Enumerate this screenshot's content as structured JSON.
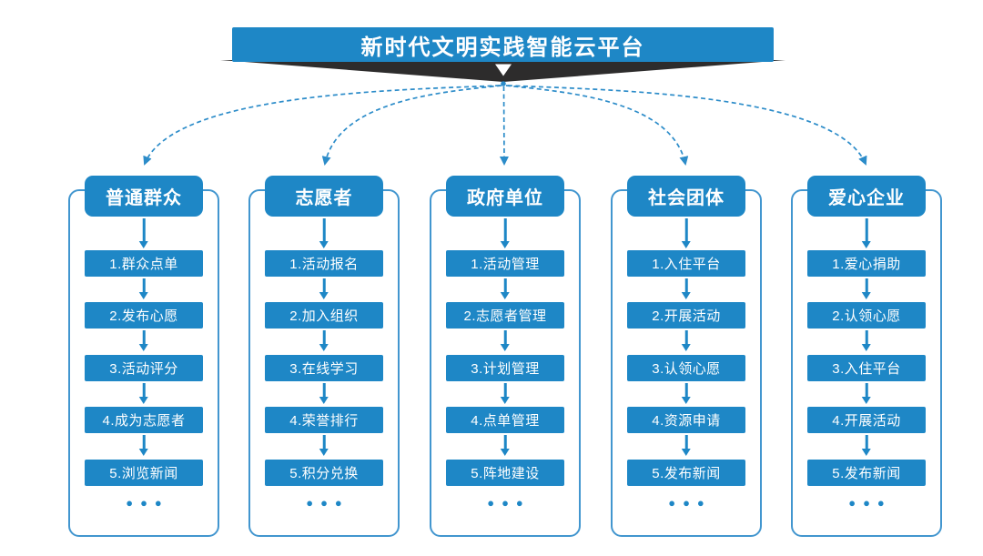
{
  "title": "新时代文明实践智能云平台",
  "columns": [
    {
      "header": "普通群众",
      "items": [
        "1.群众点单",
        "2.发布心愿",
        "3.活动评分",
        "4.成为志愿者",
        "5.浏览新闻"
      ],
      "more": "●●●"
    },
    {
      "header": "志愿者",
      "items": [
        "1.活动报名",
        "2.加入组织",
        "3.在线学习",
        "4.荣誉排行",
        "5.积分兑换"
      ],
      "more": "●●●"
    },
    {
      "header": "政府单位",
      "items": [
        "1.活动管理",
        "2.志愿者管理",
        "3.计划管理",
        "4.点单管理",
        "5.阵地建设"
      ],
      "more": "●●●"
    },
    {
      "header": "社会团体",
      "items": [
        "1.入住平台",
        "2.开展活动",
        "3.认领心愿",
        "4.资源申请",
        "5.发布新闻"
      ],
      "more": "●●●"
    },
    {
      "header": "爱心企业",
      "items": [
        "1.爱心捐助",
        "2.认领心愿",
        "3.入住平台",
        "4.开展活动",
        "5.发布新闻"
      ],
      "more": "●●●"
    }
  ],
  "colors": {
    "primary_blue": "#1e87c6",
    "panel_border_blue": "#4296cf",
    "dashed_line_blue": "#2c8cc9",
    "ribbon_dark": "#2d2c2c",
    "text_white": "#ffffff",
    "background": "#ffffff"
  }
}
